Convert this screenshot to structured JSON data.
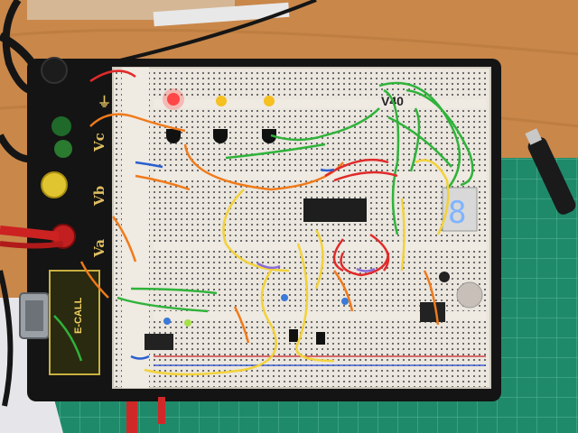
{
  "board": {
    "ground_label": "⏚",
    "label_vc": "Vc",
    "label_vb": "Vb",
    "label_va": "Va",
    "logo": "E-CALL"
  },
  "display": {
    "digit": "8",
    "color": "#7fb4ff"
  },
  "marker": {
    "text": "V40"
  },
  "colors": {
    "table": "#c9874a",
    "cutting_mat": "#1f8a6a",
    "board_frame": "#141414",
    "breadboard": "#e9e4dc",
    "wire_green": "#2fb33a",
    "wire_orange": "#f07a1a",
    "wire_yellow": "#f2d23a",
    "wire_red": "#e02a2a",
    "wire_blue": "#2a5fd0",
    "wire_purple": "#8b6bd8"
  }
}
